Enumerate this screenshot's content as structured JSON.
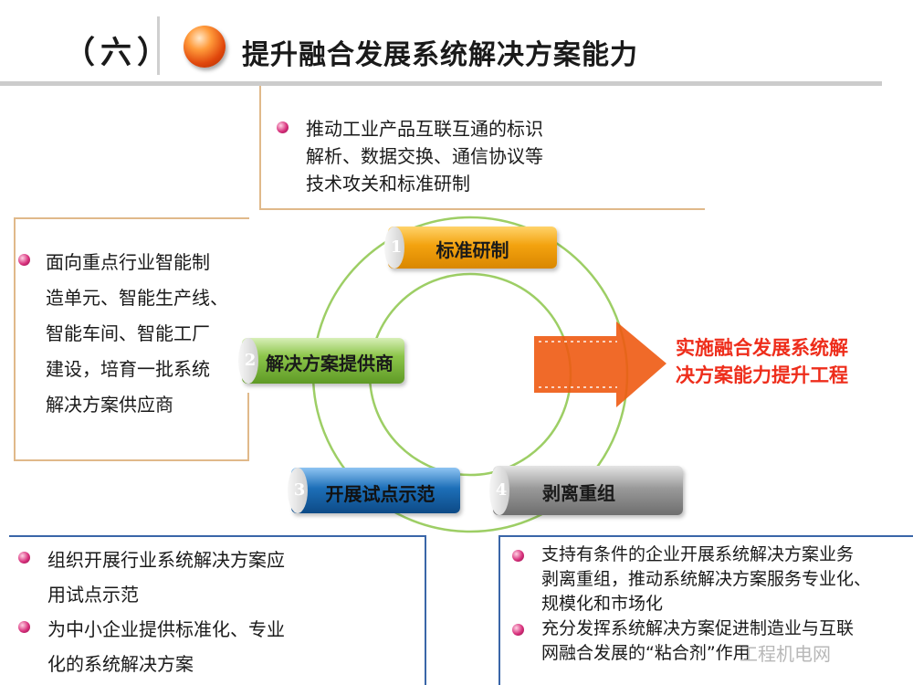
{
  "header": {
    "section_no": "（六）",
    "title": "提升融合发展系统解决方案能力"
  },
  "boxes": {
    "top": [
      "推动工业产品互联互通的标识",
      "解析、数据交换、通信协议等",
      "技术攻关和标准研制"
    ],
    "left": [
      "面向重点行业智能制",
      "造单元、智能生产线、",
      "智能车间、智能工厂",
      "建设，培育一批系统",
      "解决方案供应商"
    ],
    "bottom_left": [
      {
        "lines": [
          "组织开展行业系统解决方案应",
          "用试点示范"
        ]
      },
      {
        "lines": [
          "为中小企业提供标准化、专业",
          "化的系统解决方案"
        ]
      }
    ],
    "bottom_right": [
      {
        "lines": [
          "支持有条件的企业开展系统解决方案业务",
          "剥离重组，推动系统解决方案服务专业化、",
          "规模化和市场化"
        ]
      },
      {
        "lines": [
          "充分发挥系统解决方案促进制造业与互联",
          "网融合发展的“粘合剂”作用"
        ]
      }
    ]
  },
  "cycle": {
    "steps": [
      {
        "num": "1",
        "label": "标准研制",
        "color": "#f3a20f"
      },
      {
        "num": "2",
        "label": "解决方案提供商",
        "color": "#8cc54a"
      },
      {
        "num": "3",
        "label": "开展试点示范",
        "color": "#1d6fb8"
      },
      {
        "num": "4",
        "label": "剥离重组",
        "color": "#9a9a9a"
      }
    ],
    "ring_color": "#8cc54a",
    "arrow_color": "#ee5a12"
  },
  "callout": [
    "实施融合发展系统解",
    "决方案能力提升工程"
  ],
  "watermark": "工程机电网"
}
